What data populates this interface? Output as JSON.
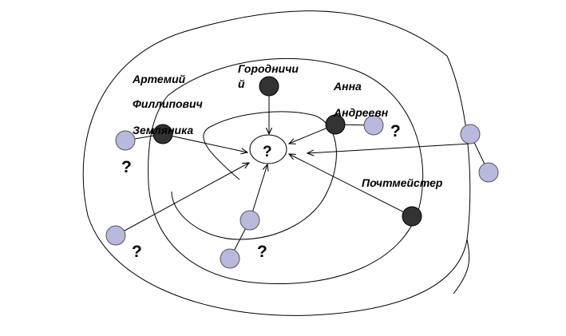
{
  "diagram": {
    "center_label": "?",
    "labels": {
      "gorodnichiy_line1": "Городничи",
      "gorodnichiy_line2": "й",
      "artemiy_line1": "Артемий",
      "artemiy_line2": "Филлипович",
      "artemiy_line3": "Земляника",
      "anna_line1": "Анна",
      "anna_line2": "Андреевн",
      "pochtmeister": "Почтмейстер"
    },
    "question_marks": [
      "?",
      "?",
      "?",
      "?"
    ],
    "colors": {
      "dark_node": "#333333",
      "light_node": "#b9b9dd"
    }
  }
}
